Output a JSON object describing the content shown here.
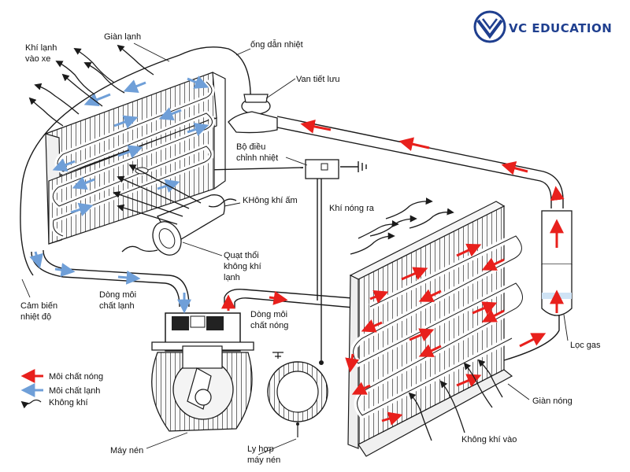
{
  "brand": {
    "name": "VC EDUCATION",
    "color": "#1f3f8f",
    "logo": "vc-education-logo"
  },
  "colors": {
    "hot": "#e8201c",
    "cold": "#6f9fd8",
    "line": "#1a1a1a"
  },
  "labels": {
    "cold_air_in_car_1": "Khí lạnh",
    "cold_air_in_car_2": "vào xe",
    "evaporator": "Giàn lạnh",
    "heat_pipe": "ống dẫn nhiệt",
    "expansion_valve": "Van tiết lưu",
    "thermostat_1": "Bộ điều",
    "thermostat_2": "chỉnh nhiệt",
    "warm_air": "KHông khí ấm",
    "hot_air_out": "Khí nóng ra",
    "blower_1": "Quạt thổi",
    "blower_2": "không khí",
    "blower_3": "lạnh",
    "cold_flow_1": "Dòng môi",
    "cold_flow_2": "chất lạnh",
    "hot_flow_1": "Dòng môi",
    "hot_flow_2": "chất nóng",
    "temp_sensor_1": "Cảm biến",
    "temp_sensor_2": "nhiệt độ",
    "gas_filter": "Lọc gas",
    "condenser": "Giàn nóng",
    "air_in": "Không khí vào",
    "compressor": "Máy nén",
    "clutch_1": "Ly hợp",
    "clutch_2": "máy nén"
  },
  "legend": [
    {
      "label": "Môi chất nóng",
      "kind": "hot"
    },
    {
      "label": "Môi chất lạnh",
      "kind": "cold"
    },
    {
      "label": "Không khí",
      "kind": "air"
    }
  ]
}
